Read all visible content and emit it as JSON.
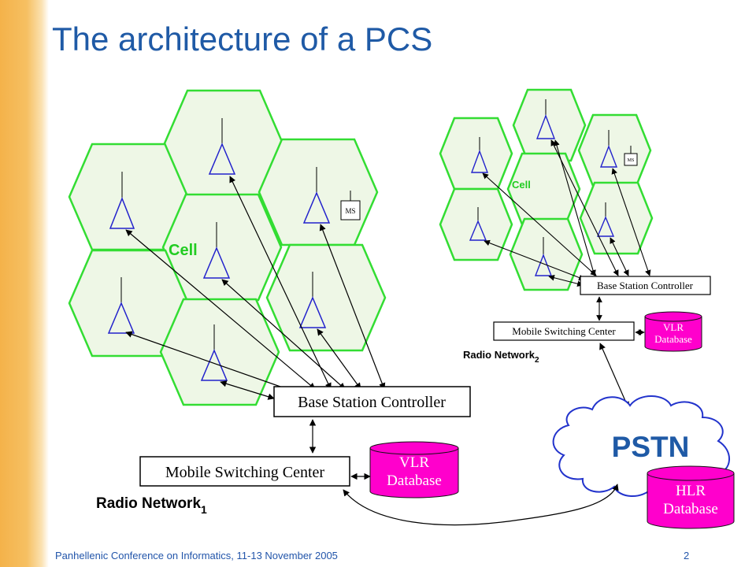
{
  "slide": {
    "title": "The architecture of a PCS",
    "footer": "Panhellenic Conference on Informatics, 11-13 November 2005",
    "page_number": "2"
  },
  "network1": {
    "cell_label": "Cell",
    "ms_label": "MS",
    "bsc_label": "Base Station Controller",
    "msc_label": "Mobile Switching Center",
    "vlr_label_1": "VLR",
    "vlr_label_2": "Database",
    "name": "Radio Network",
    "subscript": "1"
  },
  "network2": {
    "cell_label": "Cell",
    "ms_label": "MS",
    "bsc_label": "Base Station Controller",
    "msc_label": "Mobile Switching Center",
    "vlr_label_1": "VLR",
    "vlr_label_2": "Database",
    "name": "Radio Network",
    "subscript": "2"
  },
  "pstn": {
    "label": "PSTN"
  },
  "hlr": {
    "label_1": "HLR",
    "label_2": "Database"
  },
  "colors": {
    "title": "#1f5aa6",
    "cell_border": "#33dd33",
    "cell_fill": "#eef7e6",
    "antenna": "#2222cc",
    "pstn_border": "#2233cc",
    "pstn_text": "#1f5aa6",
    "database": "#ff00cc",
    "cell_label": "#22cc22"
  }
}
